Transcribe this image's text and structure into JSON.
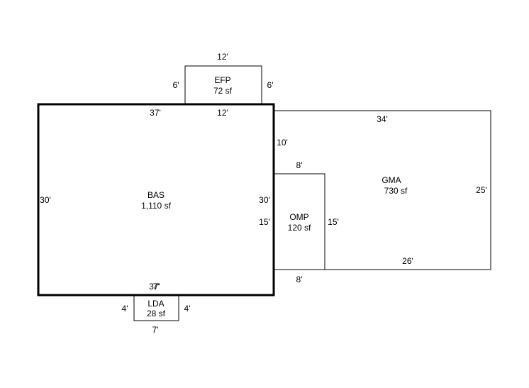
{
  "rooms": {
    "bas": {
      "name": "BAS",
      "area": "1,110 sf",
      "dims": {
        "top": "37'",
        "bottom": "37'",
        "left": "30'",
        "right": "30'"
      }
    },
    "efp": {
      "name": "EFP",
      "area": "72 sf",
      "dims": {
        "top": "12'",
        "bottom": "12'",
        "left": "6'",
        "right": "6'"
      }
    },
    "gma": {
      "name": "GMA",
      "area": "730 sf",
      "dims": {
        "top": "34'",
        "bottom": "26'",
        "right": "25'",
        "left_upper": "10'"
      }
    },
    "omp": {
      "name": "OMP",
      "area": "120 sf",
      "dims": {
        "top": "8'",
        "bottom": "8'",
        "left": "15'",
        "right": "15'"
      }
    },
    "lda": {
      "name": "LDA",
      "area": "28 sf",
      "dims": {
        "top": "7'",
        "bottom": "7'",
        "left": "4'",
        "right": "4'"
      }
    }
  }
}
